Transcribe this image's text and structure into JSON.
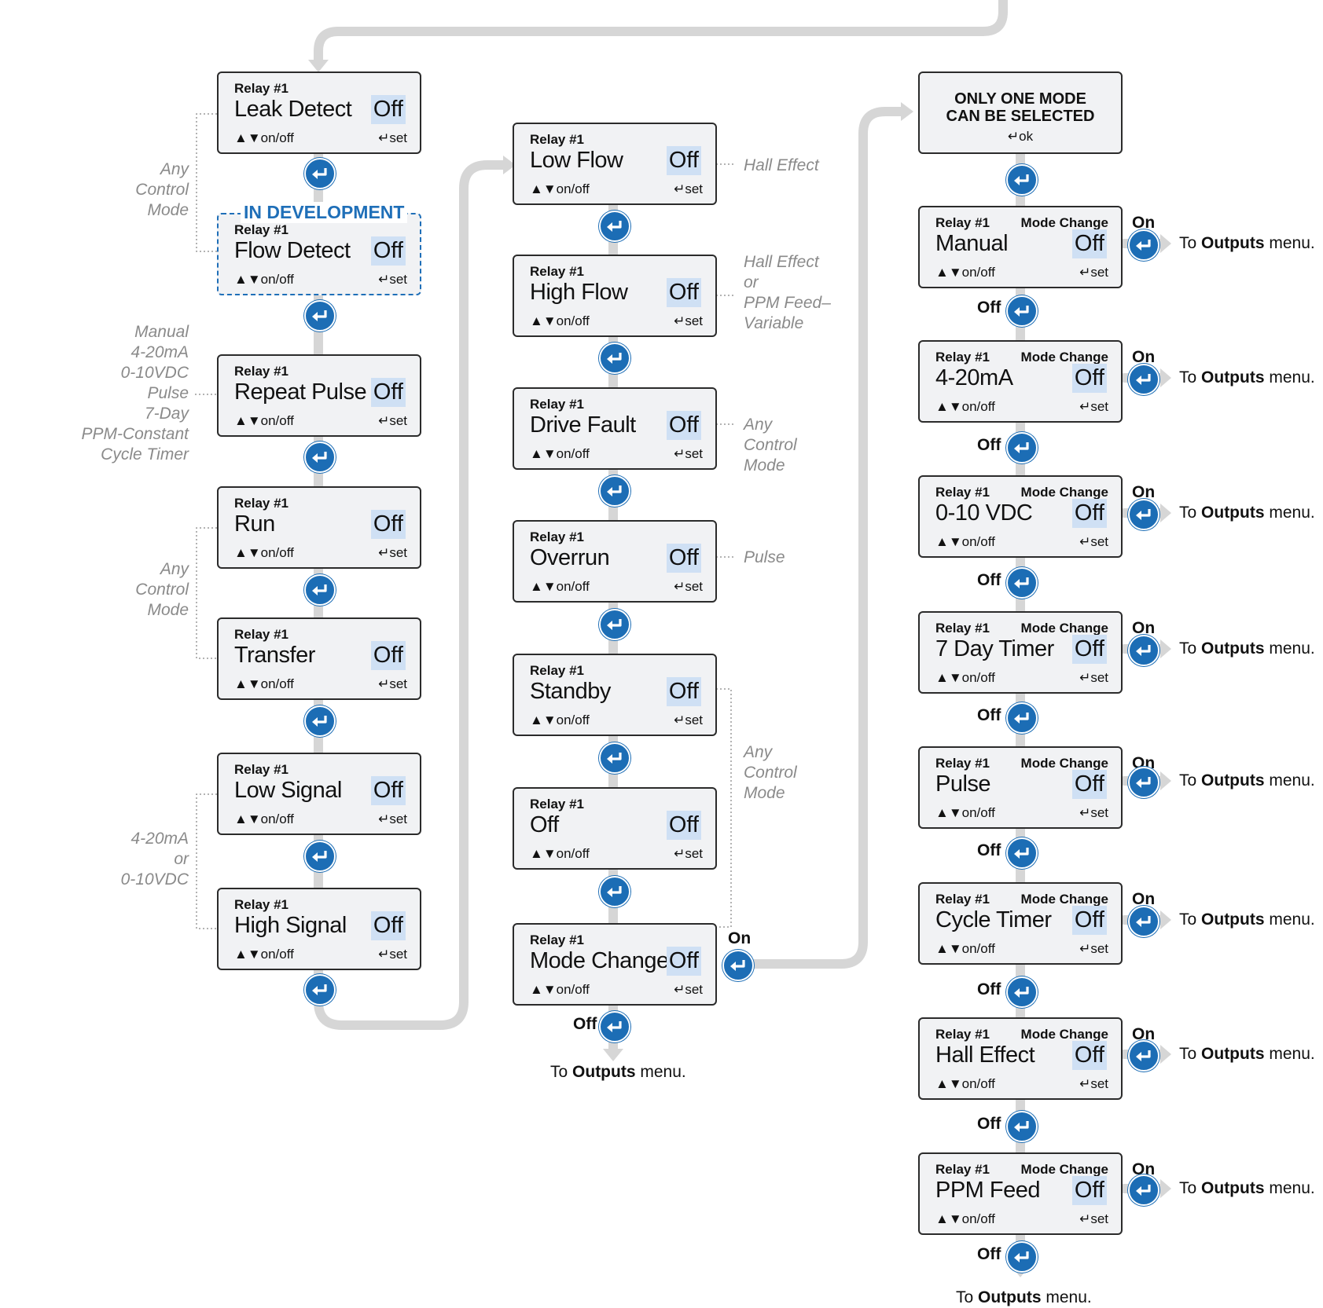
{
  "common": {
    "relay": "Relay #1",
    "value": "Off",
    "nav": "▲▼on/off",
    "set": "↵set",
    "mode_change": "Mode Change",
    "on": "On",
    "off": "Off",
    "to": "To",
    "outputs": "Outputs",
    "menu": "menu."
  },
  "col1": {
    "boxes": [
      "Leak Detect",
      "Flow Detect",
      "Repeat Pulse",
      "Run",
      "Transfer",
      "Low Signal",
      "High Signal"
    ],
    "dev_tag": "IN DEVELOPMENT",
    "notes": {
      "a": [
        "Any",
        "Control",
        "Mode"
      ],
      "b": [
        "Manual",
        "4-20mA",
        "0-10VDC",
        "Pulse",
        "7-Day",
        "PPM-Constant",
        "Cycle Timer"
      ],
      "c": [
        "Any",
        "Control",
        "Mode"
      ],
      "d": [
        "4-20mA",
        "or",
        "0-10VDC"
      ]
    }
  },
  "col2": {
    "boxes": [
      "Low Flow",
      "High Flow",
      "Drive Fault",
      "Overrun",
      "Standby",
      "Off",
      "Mode Change"
    ],
    "notes": {
      "a": [
        "Hall Effect"
      ],
      "b": [
        "Hall Effect",
        "or",
        "PPM Feed–",
        "Variable"
      ],
      "c": [
        "Any",
        "Control",
        "Mode"
      ],
      "d": [
        "Pulse"
      ],
      "e": [
        "Any",
        "Control",
        "Mode"
      ]
    }
  },
  "col3": {
    "header": {
      "line1": "ONLY ONE MODE",
      "line2": "CAN BE SELECTED",
      "ok": "↵ok"
    },
    "boxes": [
      "Manual",
      "4-20mA",
      "0-10 VDC",
      "7 Day Timer",
      "Pulse",
      "Cycle Timer",
      "Hall Effect",
      "PPM Feed"
    ]
  }
}
